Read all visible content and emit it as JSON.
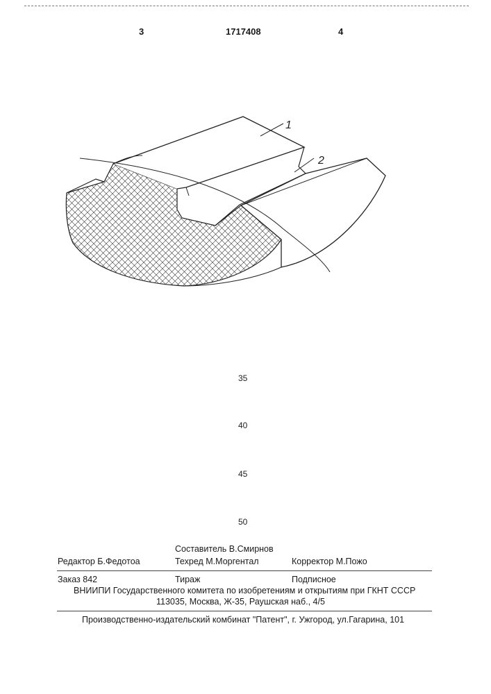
{
  "header": {
    "left_col": "3",
    "patent_number": "1717408",
    "right_col": "4"
  },
  "figure": {
    "callout_1": "1",
    "callout_2": "2"
  },
  "line_numbers": [
    "35",
    "40",
    "45",
    "50"
  ],
  "footer": {
    "compiler": "Составитель В.Смирнов",
    "editor": "Редактор Б.Федотоа",
    "techred": "Техред М.Моргентал",
    "corrector": "Корректор  М.Пожо",
    "order": "Заказ  842",
    "circulation": "Тираж",
    "subscription": "Подписное",
    "vniipi": "ВНИИПИ Государственного комитета по изобретениям и открытиям при ГКНТ СССР",
    "address": "113035, Москва, Ж-35, Раушская наб., 4/5",
    "publisher": "Производственно-издательский комбинат \"Патент\", г. Ужгород, ул.Гагарина, 101"
  }
}
